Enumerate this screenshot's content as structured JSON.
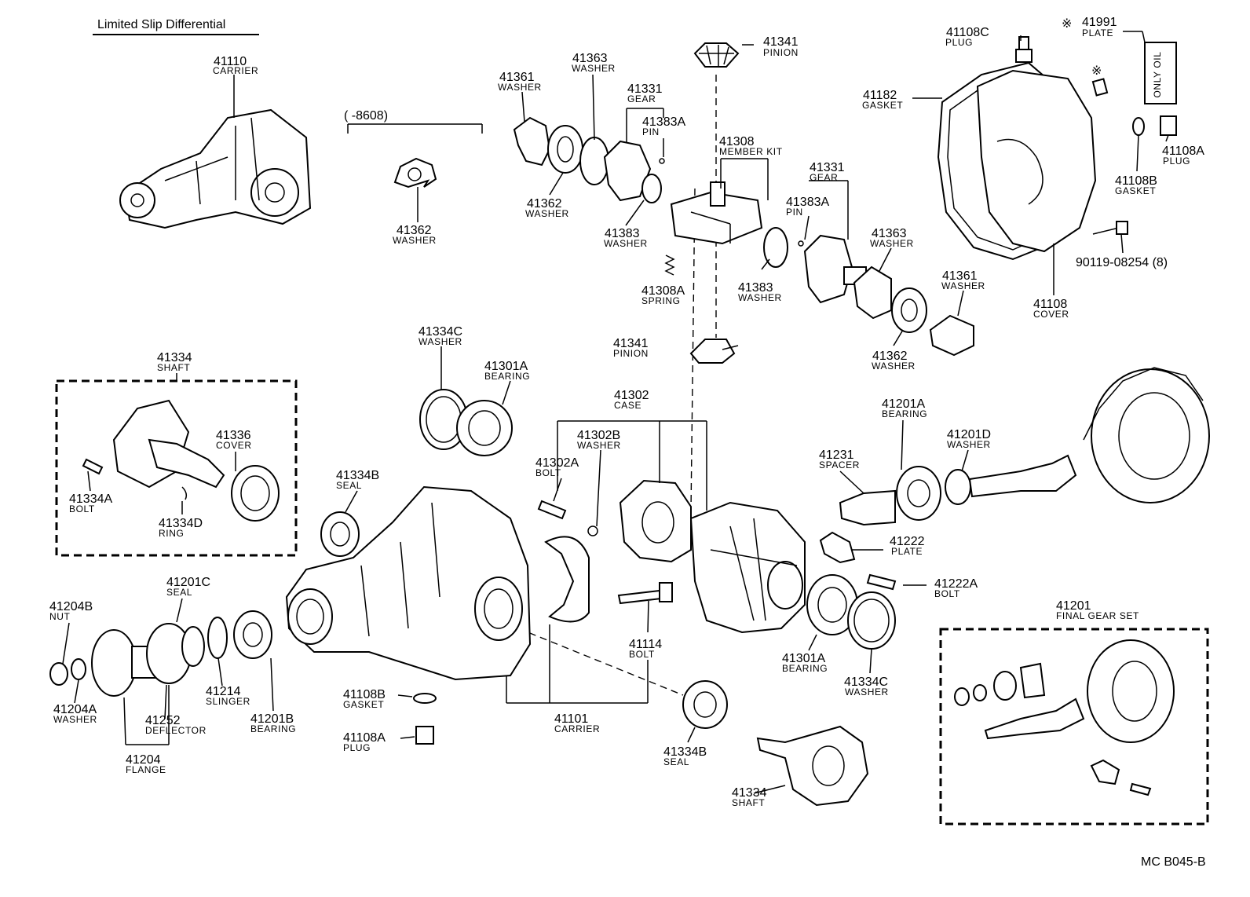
{
  "title": "Limited Slip Differential",
  "figure_code": "MC B045-B",
  "range_label": "(      -8608)",
  "note_mark": "※",
  "plate_lettering": "ONLY  OIL",
  "parts": [
    {
      "id": "41110",
      "number": "41110",
      "name": "CARRIER"
    },
    {
      "id": "41362_top",
      "number": "41362",
      "name": "WASHER"
    },
    {
      "id": "41361_top",
      "number": "41361",
      "name": "WASHER"
    },
    {
      "id": "41363_top",
      "number": "41363",
      "name": "WASHER"
    },
    {
      "id": "41331_top",
      "number": "41331",
      "name": "GEAR"
    },
    {
      "id": "41383A_top",
      "number": "41383A",
      "name": "PIN"
    },
    {
      "id": "41362_mid",
      "number": "41362",
      "name": "WASHER"
    },
    {
      "id": "41383_left",
      "number": "41383",
      "name": "WASHER"
    },
    {
      "id": "41341_top",
      "number": "41341",
      "name": "PINION"
    },
    {
      "id": "41308",
      "number": "41308",
      "name": "MEMBER KIT"
    },
    {
      "id": "41308A",
      "number": "41308A",
      "name": "SPRING"
    },
    {
      "id": "41383_right",
      "number": "41383",
      "name": "WASHER"
    },
    {
      "id": "41331_right",
      "number": "41331",
      "name": "GEAR"
    },
    {
      "id": "41383A_right",
      "number": "41383A",
      "name": "PIN"
    },
    {
      "id": "41363_right",
      "number": "41363",
      "name": "WASHER"
    },
    {
      "id": "41361_right",
      "number": "41361",
      "name": "WASHER"
    },
    {
      "id": "41362_right",
      "number": "41362",
      "name": "WASHER"
    },
    {
      "id": "41341_mid",
      "number": "41341",
      "name": "PINION"
    },
    {
      "id": "41108C",
      "number": "41108C",
      "name": "PLUG"
    },
    {
      "id": "41991",
      "number": "41991",
      "name": "PLATE"
    },
    {
      "id": "41182",
      "number": "41182",
      "name": "GASKET"
    },
    {
      "id": "41108A_top",
      "number": "41108A",
      "name": "PLUG"
    },
    {
      "id": "41108B_top",
      "number": "41108B",
      "name": "GASKET"
    },
    {
      "id": "90119",
      "number": "90119-08254 (8)",
      "name": ""
    },
    {
      "id": "41108",
      "number": "41108",
      "name": "COVER"
    },
    {
      "id": "41334_shaft_left",
      "number": "41334",
      "name": "SHAFT"
    },
    {
      "id": "41336",
      "number": "41336",
      "name": "COVER"
    },
    {
      "id": "41334A",
      "number": "41334A",
      "name": "BOLT"
    },
    {
      "id": "41334D",
      "number": "41334D",
      "name": "RING"
    },
    {
      "id": "41334C_top",
      "number": "41334C",
      "name": "WASHER"
    },
    {
      "id": "41301A_top",
      "number": "41301A",
      "name": "BEARING"
    },
    {
      "id": "41334B_top",
      "number": "41334B",
      "name": "SEAL"
    },
    {
      "id": "41302",
      "number": "41302",
      "name": "CASE"
    },
    {
      "id": "41302B",
      "number": "41302B",
      "name": "WASHER"
    },
    {
      "id": "41302A",
      "number": "41302A",
      "name": "BOLT"
    },
    {
      "id": "41201A",
      "number": "41201A",
      "name": "BEARING"
    },
    {
      "id": "41201D",
      "number": "41201D",
      "name": "WASHER"
    },
    {
      "id": "41231",
      "number": "41231",
      "name": "SPACER"
    },
    {
      "id": "41222",
      "number": "41222",
      "name": "PLATE"
    },
    {
      "id": "41222A",
      "number": "41222A",
      "name": "BOLT"
    },
    {
      "id": "41201C",
      "number": "41201C",
      "name": "SEAL"
    },
    {
      "id": "41204B",
      "number": "41204B",
      "name": "NUT"
    },
    {
      "id": "41204A",
      "number": "41204A",
      "name": "WASHER"
    },
    {
      "id": "41214",
      "number": "41214",
      "name": "SLINGER"
    },
    {
      "id": "41252",
      "number": "41252",
      "name": "DEFLECTOR"
    },
    {
      "id": "41201B",
      "number": "41201B",
      "name": "BEARING"
    },
    {
      "id": "41204",
      "number": "41204",
      "name": "FLANGE"
    },
    {
      "id": "41114",
      "number": "41114",
      "name": "BOLT"
    },
    {
      "id": "41301A_bottom",
      "number": "41301A",
      "name": "BEARING"
    },
    {
      "id": "41334C_bottom",
      "number": "41334C",
      "name": "WASHER"
    },
    {
      "id": "41108B_bottom",
      "number": "41108B",
      "name": "GASKET"
    },
    {
      "id": "41108A_bottom",
      "number": "41108A",
      "name": "PLUG"
    },
    {
      "id": "41101",
      "number": "41101",
      "name": "CARRIER"
    },
    {
      "id": "41334B_bottom",
      "number": "41334B",
      "name": "SEAL"
    },
    {
      "id": "41334_shaft_bottom",
      "number": "41334",
      "name": "SHAFT"
    },
    {
      "id": "41201",
      "number": "41201",
      "name": "FINAL GEAR SET"
    }
  ]
}
